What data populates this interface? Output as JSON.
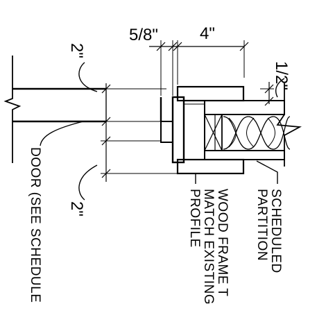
{
  "dimensions": {
    "frame_thickness": "5/8\"",
    "stud_depth": "4\"",
    "gypsum_thickness": "1/2\"",
    "door_offset_top": "2\"",
    "door_offset_bottom": "2\""
  },
  "notes": {
    "partition": [
      "SCHEDULED",
      "PARTITION"
    ],
    "frame": [
      "WOOD FRAME T",
      "MATCH EXISTING",
      "PROFILE"
    ],
    "door": "DOOR (SEE SCHEDULE"
  }
}
